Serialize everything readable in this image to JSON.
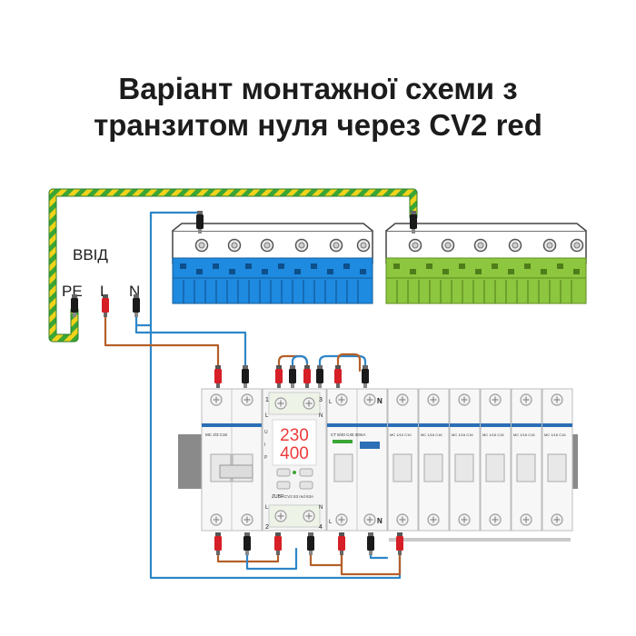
{
  "title_line1": "Варіант монтажної схеми з",
  "title_line2": "транзитом нуля через CV2 red",
  "input_label": "ВВІД",
  "terminal_pe": "PE",
  "terminal_l": "L",
  "terminal_n": "N",
  "breaker_label": "MC 2/3\nC16",
  "relay_brand": "ZUBR",
  "relay_model": "CV2 63 red",
  "relay_rating": "63A",
  "relay_voltage": "230",
  "relay_current": "400",
  "relay_term_1": "1",
  "relay_term_2": "2",
  "relay_term_3": "3",
  "relay_term_4": "4",
  "relay_side_l": "L",
  "relay_side_n": "N",
  "relay_u": "U",
  "relay_i": "I",
  "relay_p": "P",
  "rcd_label": "CT 5/40 C40 30mA",
  "rcd_n_top": "N",
  "rcd_n_bottom": "N",
  "rcd_l_top": "L",
  "rcd_l_bottom": "L",
  "mcb_labels": [
    "MC 1/10 C10",
    "MC 1/16 C16",
    "MC 1/16 C16",
    "MC 1/16 C16",
    "MC 1/16 C16",
    "MC 1/16 C16"
  ],
  "colors": {
    "neutral_bus": "#2b8fe0",
    "pe_bus": "#8dc63f",
    "wire_blue": "#2e86c8",
    "wire_brown": "#b4602a",
    "pe_yellow": "#f2d21b",
    "pe_green": "#3aa635",
    "probe_red": "#d61f26",
    "display_red": "#ee3b3b"
  },
  "icons": [
    "plug-red-icon",
    "plug-black-icon",
    "screw-icon"
  ]
}
